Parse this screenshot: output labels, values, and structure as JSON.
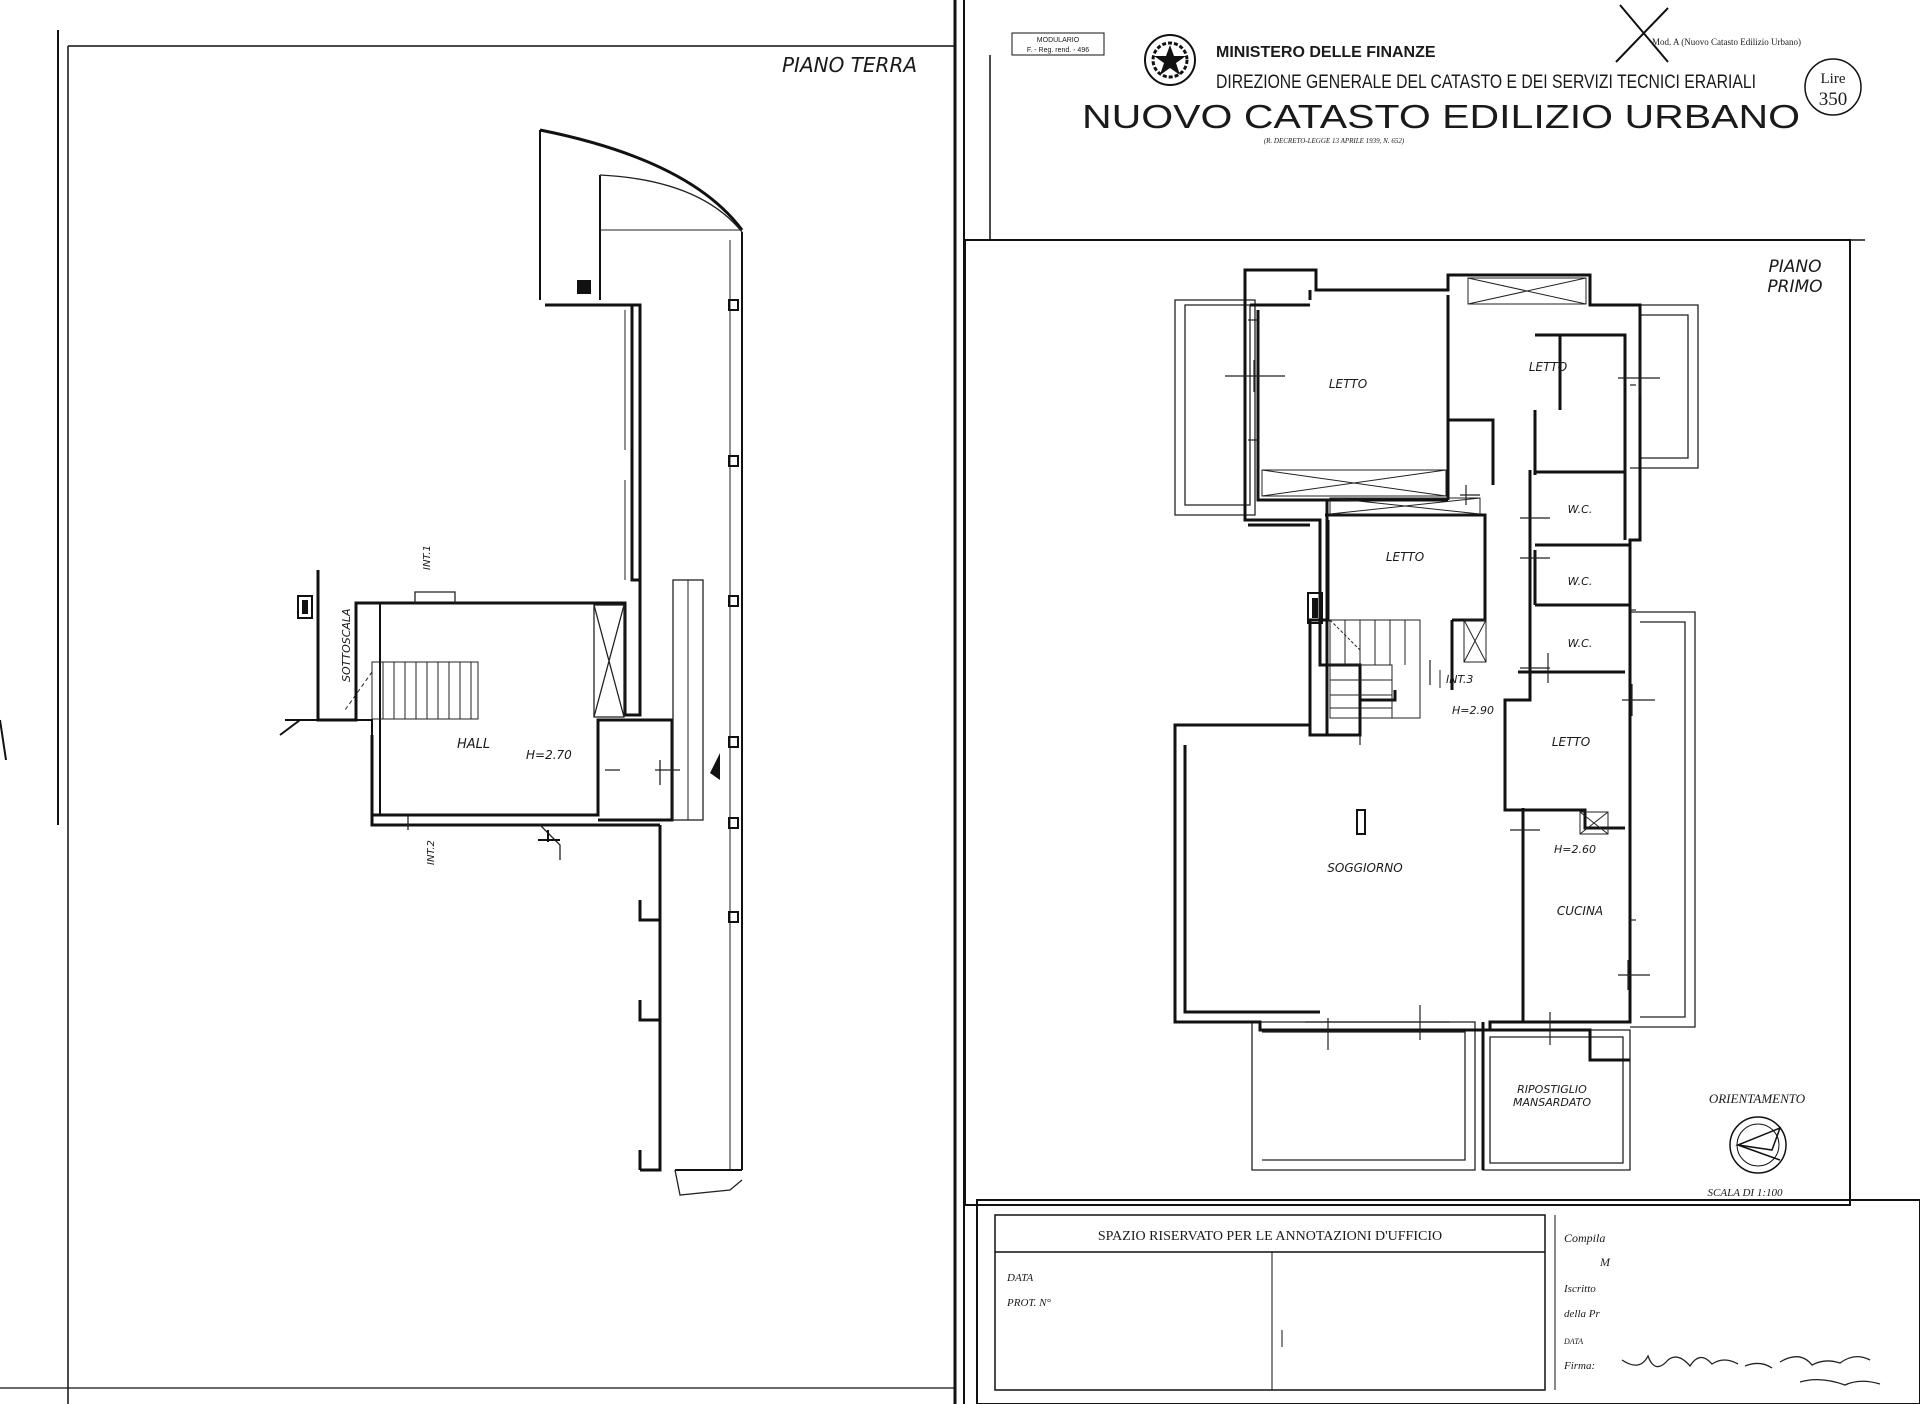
{
  "left_sheet": {
    "floor_title": "PIANO TERRA",
    "rooms": {
      "sottoscala": "SOTTOSCALA",
      "hall": "HALL"
    },
    "height": "H=2.70",
    "labels": {
      "int1": "INT.1",
      "int2": "INT.2"
    }
  },
  "header": {
    "modulario_line1": "MODULARIO",
    "modulario_line2": "F. - Reg. rend. - 496",
    "mod_a": "Mod. A (Nuovo Catasto Edilizio Urbano)",
    "ministry": "MINISTERO DELLE FINANZE",
    "directorate": "DIREZIONE GENERALE DEL CATASTO E DEI SERVIZI TECNICI ERARIALI",
    "title": "NUOVO CATASTO EDILIZIO URBANO",
    "decree": "(R. DECRETO-LEGGE 13 APRILE 1939, N. 652)",
    "stamp_top": "Lire",
    "stamp_value": "350"
  },
  "right_sheet": {
    "floor_title_1": "PIANO",
    "floor_title_2": "PRIMO",
    "rooms": {
      "letto_1": "LETTO",
      "letto_2": "LETTO",
      "letto_3": "LETTO",
      "letto_4": "LETTO",
      "wc_1": "W.C.",
      "wc_2": "W.C.",
      "wc_3": "W.C.",
      "soggiorno": "SOGGIORNO",
      "cucina": "CUCINA",
      "ripostiglio_1": "RIPOSTIGLIO",
      "ripostiglio_2": "MANSARDATO"
    },
    "int3": "INT.3",
    "height_1": "H=2.90",
    "height_2": "H=2.60",
    "orientation": "ORIENTAMENTO",
    "scale": "SCALA DI 1:100"
  },
  "office": {
    "title": "SPAZIO RISERVATO PER LE ANNOTAZIONI D'UFFICIO",
    "data": "DATA",
    "prot": "PROT. N°",
    "compila": "Compila",
    "m": "M",
    "iscritto": "Iscritto",
    "della": "della Pr",
    "data2": "DATA",
    "firma": "Firma:"
  }
}
